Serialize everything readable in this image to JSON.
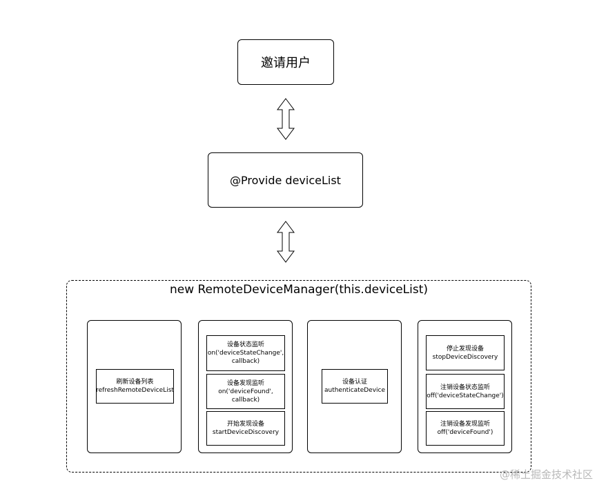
{
  "top_box": {
    "label": "邀请用户"
  },
  "middle_box": {
    "label": "@Provide deviceList"
  },
  "manager": {
    "title": "new RemoteDeviceManager(this.deviceList)",
    "groups": [
      {
        "items": [
          {
            "line1": "刷新设备列表",
            "line2": "refreshRemoteDeviceList",
            "line3": ""
          }
        ]
      },
      {
        "items": [
          {
            "line1": "设备状态监听",
            "line2": "on('deviceStateChange',",
            "line3": "callback)"
          },
          {
            "line1": "设备发现监听",
            "line2": "on('deviceFound',",
            "line3": "callback)"
          },
          {
            "line1": "开始发现设备",
            "line2": "startDeviceDiscovery",
            "line3": ""
          }
        ]
      },
      {
        "items": [
          {
            "line1": "设备认证",
            "line2": "authenticateDevice",
            "line3": ""
          }
        ]
      },
      {
        "items": [
          {
            "line1": "停止发现设备",
            "line2": "stopDeviceDiscovery",
            "line3": ""
          },
          {
            "line1": "注销设备状态监听",
            "line2": "off('deviceStateChange')",
            "line3": ""
          },
          {
            "line1": "注销设备发现监听",
            "line2": "off('deviceFound')",
            "line3": ""
          }
        ]
      }
    ]
  },
  "watermark": "@稀土掘金技术社区"
}
